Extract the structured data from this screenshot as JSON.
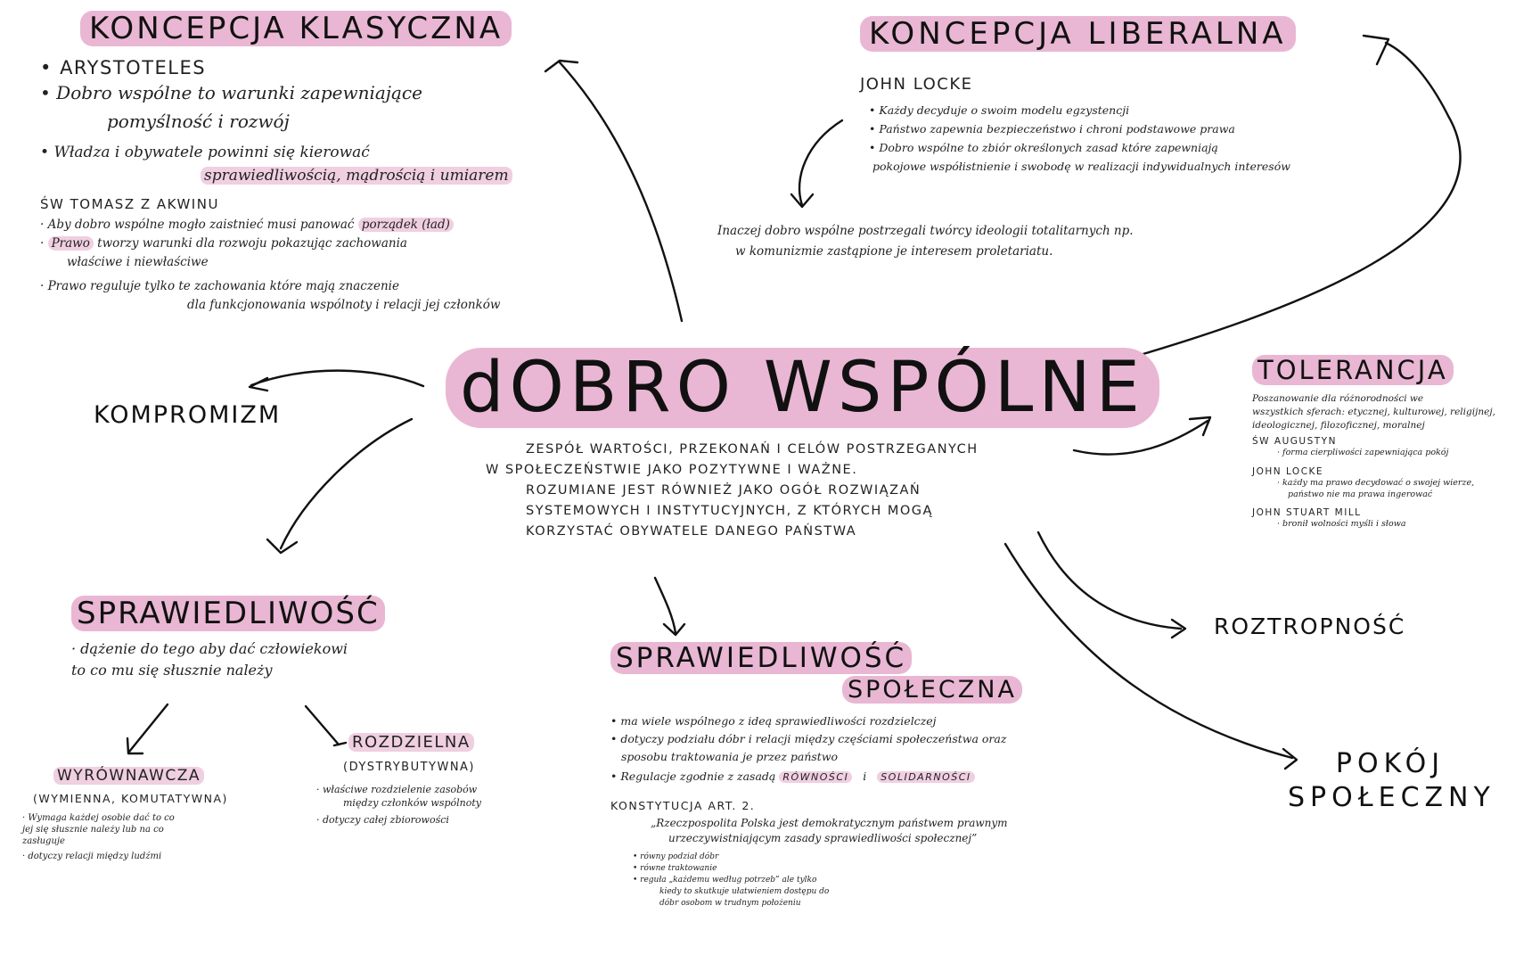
{
  "center": {
    "title": "dOBRO WSPÓLNE",
    "definition": [
      "ZESPÓŁ WARTOŚCI, PRZEKONAŃ I CELÓW POSTRZEGANYCH",
      "W SPOŁECZEŃSTWIE JAKO POZYTYWNE I WAŻNE.",
      "ROZUMIANE JEST RÓWNIEŻ JAKO OGÓŁ ROZWIĄZAŃ",
      "SYSTEMOWYCH I INSTYTUCYJNYCH, Z KTÓRYCH MOGĄ",
      "KORZYSTAĆ OBYWATELE DANEGO PAŃSTWA"
    ]
  },
  "klasyczna": {
    "title": "KONCEPCJA KLASYCZNA",
    "author1": "ARYSTOTELES",
    "points1": [
      "Dobro wspólne to warunki zapewniające",
      "pomyślność i rozwój"
    ],
    "power_label": "Władza i obywatele powinni się kierować",
    "power_values": "sprawiedliwością, mądrością i umiarem",
    "author2": "ŚW TOMASZ Z AKWINU",
    "points2_a_pre": "Aby dobro wspólne mogło zaistnieć musi panować",
    "points2_a_hl": "porządek (ład)",
    "points2_b_hl": "Prawo",
    "points2_b_rest": "tworzy warunki dla rozwoju pokazując zachowania",
    "points2_b_cont": "właściwe i niewłaściwe",
    "points2_c": "Prawo reguluje tylko te zachowania które mają znaczenie",
    "points2_c_cont": "dla funkcjonowania wspólnoty i relacji jej członków"
  },
  "liberalna": {
    "title": "KONCEPCJA LIBERALNA",
    "author": "JOHN LOCKE",
    "points": [
      "Każdy decyduje o swoim modelu egzystencji",
      "Państwo zapewnia bezpieczeństwo i chroni podstawowe prawa",
      "Dobro wspólne to zbiór określonych zasad które zapewniają"
    ],
    "points_cont": "pokojowe współistnienie i swobodę w realizacji indywidualnych interesów",
    "note": [
      "Inaczej dobro wspólne postrzegali twórcy ideologii totalitarnych np.",
      "w komunizmie zastąpione je interesem proletariatu."
    ]
  },
  "tolerancja": {
    "title": "TOLERANCJA",
    "desc": [
      "Poszanowanie dla różnorodności we",
      "wszystkich sferach: etycznej, kulturowej, religijnej,",
      "ideologicznej, filozoficznej, moralnej"
    ],
    "authors": [
      {
        "name": "ŚW AUGUSTYN",
        "notes": [
          "forma cierpliwości zapewniająca pokój"
        ]
      },
      {
        "name": "JOHN LOCKE",
        "notes": [
          "każdy ma prawo decydować o swojej wierze,",
          "państwo nie ma prawa ingerować"
        ]
      },
      {
        "name": "JOHN STUART MILL",
        "notes": [
          "bronił wolności myśli i słowa"
        ]
      }
    ]
  },
  "kompromis": {
    "title": "KOMPROMIZM"
  },
  "roztropnosc": {
    "title": "ROZTROPNOŚĆ"
  },
  "pokoj": {
    "line1": "POKÓJ",
    "line2": "SPOŁECZNY"
  },
  "sprawiedliwosc": {
    "title": "SPRAWIEDLIWOŚĆ",
    "desc": [
      "dążenie do tego aby dać człowiekowi",
      "to co mu się słusznie należy"
    ],
    "wyrownawcza": {
      "title": "WYRÓWNAWCZA",
      "subtitle": "(WYMIENNA, KOMUTATYWNA)",
      "points": [
        "Wymaga każdej osobie dać to co",
        "jej się słusznie należy lub na co",
        "zasługuje",
        "dotyczy relacji między ludźmi"
      ]
    },
    "rozdzielna": {
      "title": "ROZDZIELNA",
      "subtitle": "(DYSTRYBUTYWNA)",
      "points": [
        "właściwe rozdzielenie zasobów",
        "między członków wspólnoty",
        "dotyczy całej zbiorowości"
      ]
    }
  },
  "spoleczna": {
    "title_line1": "SPRAWIEDLIWOŚĆ",
    "title_line2": "SPOŁECZNA",
    "points": [
      "ma wiele wspólnego z ideą sprawiedliwości rozdzielczej",
      "dotyczy podziału dóbr i relacji między częściami społeczeństwa oraz",
      "sposobu traktowania je przez państwo"
    ],
    "reg_pre": "Regulacje zgodnie z zasadą",
    "reg_hl1": "RÓWNOŚCI",
    "reg_and": "i",
    "reg_hl2": "SOLIDARNOŚCI",
    "constitution_label": "KONSTYTUCJA ART. 2.",
    "constitution_quote": [
      "„Rzeczpospolita Polska jest demokratycznym państwem prawnym",
      "urzeczywistniającym zasady sprawiedliwości społecznej”"
    ],
    "sub_points": [
      "równy podział dóbr",
      "równe traktowanie",
      "reguła „każdemu według potrzeb” ale tylko",
      "kiedy to skutkuje ułatwieniem dostępu do",
      "dóbr osobom w trudnym położeniu"
    ]
  },
  "colors": {
    "highlight": "#e9b7d3",
    "highlight_soft": "#f0cfe1",
    "ink": "#111111",
    "background": "#ffffff"
  }
}
